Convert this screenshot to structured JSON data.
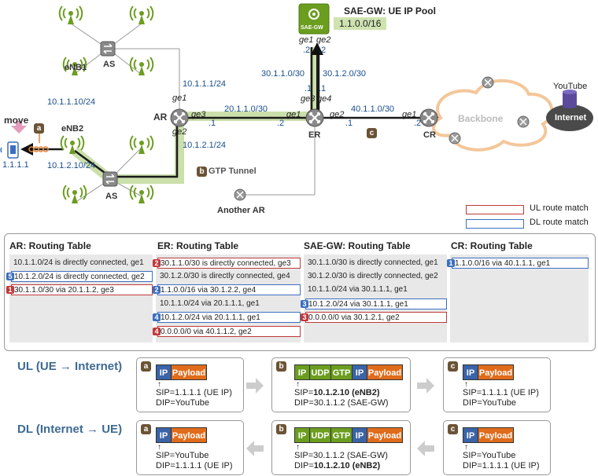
{
  "network": {
    "sae_gw_label": "SAE-GW",
    "sae_gw_title": "SAE-GW: UE IP Pool",
    "sae_gw_pool": "1.1.0.0/16",
    "sae_gw_ge1": "ge1",
    "sae_gw_ge2": "ge2",
    "sae_gw_ge1_ip": ".2",
    "sae_gw_ge2_ip": ".2",
    "enb1": "eNB1",
    "enb1_ip": "10.1.1.10/24",
    "enb2": "eNB2",
    "enb2_ip": "10.1.2.10/24",
    "as_top": "AS",
    "as_bottom": "AS",
    "ar": "AR",
    "ar_ge1": "ge1",
    "ar_ge2": "ge2",
    "ar_ge3": "ge3",
    "ar_ge3_ip": ".1",
    "link_ar_as_top": "10.1.1.1/24",
    "link_ar_as_bottom": "10.1.2.1/24",
    "link_ar_er": "20.1.1.0/30",
    "er": "ER",
    "er_ge1": "ge1",
    "er_ge2": "ge2",
    "er_ge3": "ge3",
    "er_ge4": "ge4",
    "er_ge1_ip": ".2",
    "er_ge2_ip": ".1",
    "er_ge3_ip": ".1",
    "er_to_cr_ip": ".1",
    "link_er_sae_left": "30.1.1.0/30",
    "link_er_sae_right": "30.1.2.0/30",
    "link_er_cr": "40.1.1.0/30",
    "cr": "CR",
    "cr_ge1": "ge1",
    "cr_ip": ".2",
    "backbone": "Backbone",
    "youtube": "YouTube",
    "internet": "Internet",
    "another_ar": "Another AR",
    "move": "move",
    "ue_ip": "1.1.1.1",
    "gtp_tunnel": "GTP Tunnel",
    "badge_a": "a",
    "badge_b": "b",
    "badge_c": "c"
  },
  "legend": {
    "ul": "UL route match",
    "dl": "DL route match",
    "ul_color": "#c0393b",
    "dl_color": "#3c6fbf"
  },
  "routing_tables": [
    {
      "title": "AR: Routing Table",
      "rows": [
        {
          "text": "10.1.1.0/24 is directly connected, ge1",
          "match": "",
          "badge": ""
        },
        {
          "text": "10.1.2.0/24 is directly connected, ge2",
          "match": "dl",
          "badge": "5"
        },
        {
          "text": "30.1.1.0/30 via 20.1.1.2, ge3",
          "match": "ul",
          "badge": "1"
        }
      ]
    },
    {
      "title": "ER: Routing Table",
      "rows": [
        {
          "text": "30.1.1.0/30 is directly connected, ge3",
          "match": "ul",
          "badge": "2"
        },
        {
          "text": "30.1.2.0/30 is directly connected, ge4",
          "match": "",
          "badge": ""
        },
        {
          "text": "1.1.0.0/16 via 30.1.2.2, ge4",
          "match": "dl",
          "badge": "2"
        },
        {
          "text": "10.1.1.0/24 via 20.1.1.1, ge1",
          "match": "",
          "badge": ""
        },
        {
          "text": "10.1.2.0/24 via 20.1.1.1, ge1",
          "match": "dl",
          "badge": "4"
        },
        {
          "text": "0.0.0.0/0 via 40.1.1.2, ge2",
          "match": "ul",
          "badge": "4"
        }
      ]
    },
    {
      "title": "SAE-GW: Routing Table",
      "rows": [
        {
          "text": "30.1.1.0/30 is directly connected, ge1",
          "match": "",
          "badge": ""
        },
        {
          "text": "30.1.2.0/30 is directly connected, ge2",
          "match": "",
          "badge": ""
        },
        {
          "text": "10.1.1.0/24 via 30.1.1.1, ge1",
          "match": "",
          "badge": ""
        },
        {
          "text": "10.1.2.0/24 via 30.1.1.1, ge1",
          "match": "dl",
          "badge": "3"
        },
        {
          "text": "0.0.0.0/0 via 30.1.2.1, ge2",
          "match": "ul",
          "badge": "3"
        }
      ]
    },
    {
      "title": "CR: Routing Table",
      "rows": [
        {
          "text": "1.1.0.0/16 via 40.1.1.1, ge1",
          "match": "dl",
          "badge": "1"
        }
      ]
    }
  ],
  "flows": {
    "ul_title": "UL (UE → Internet)",
    "dl_title": "DL (Internet → UE)",
    "seg_ip": "IP",
    "seg_payload": "Payload",
    "seg_udp": "UDP",
    "seg_gtp": "GTP",
    "ul": [
      {
        "badge": "a",
        "sip": "SIP=1.1.1.1 (UE IP)",
        "dip": "DIP=YouTube"
      },
      {
        "badge": "b",
        "sip_prefix": "SIP=",
        "sip_bold": "10.1.2.10 (eNB2)",
        "dip": "DIP=30.1.1.2 (SAE-GW)"
      },
      {
        "badge": "c",
        "sip": "SIP=1.1.1.1 (UE IP)",
        "dip": "DIP=YouTube"
      }
    ],
    "dl": [
      {
        "badge": "a",
        "sip": "SIP=YouTube",
        "dip": "DIP=1.1.1.1 (UE IP)"
      },
      {
        "badge": "b",
        "sip": "SIP=30.1.1.2 (SAE-GW)",
        "dip_prefix": "DIP=",
        "dip_bold": "10.1.2.10 (eNB2)"
      },
      {
        "badge": "c",
        "sip": "SIP=YouTube",
        "dip": "DIP=1.1.1.1 (UE IP)"
      }
    ]
  }
}
